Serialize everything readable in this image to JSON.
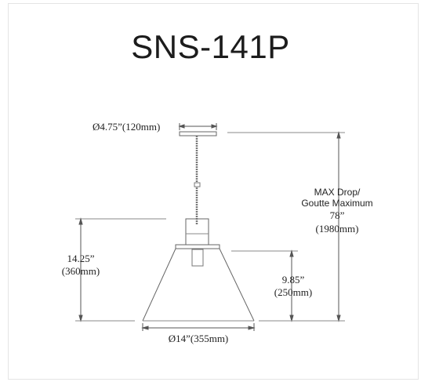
{
  "title": "SNS-141P",
  "dimensions": {
    "canopy_diameter": "Ø4.75”(120mm)",
    "max_drop_line1": "MAX Drop/",
    "max_drop_line2": "Goutte Maximum",
    "max_drop_inches": "78”",
    "max_drop_mm": "(1980mm)",
    "total_height_inches": "14.25”",
    "total_height_mm": "(360mm)",
    "shade_height_inches": "9.85”",
    "shade_height_mm": "(250mm)",
    "shade_diameter": "Ø14”(355mm)"
  },
  "colors": {
    "line": "#555555",
    "text": "#222222"
  }
}
